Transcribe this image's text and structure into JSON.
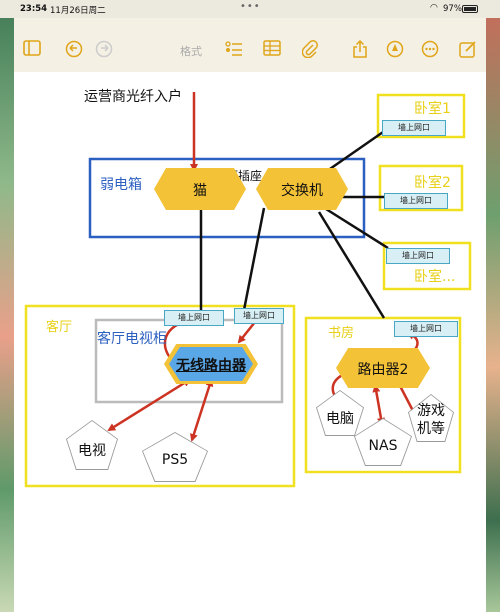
{
  "status_bar": {
    "time": "23:54",
    "date": "11月26日周二",
    "battery": "97%"
  },
  "toolbar": {
    "format_label": "格式"
  },
  "diagram": {
    "isp_label": "运营商光纤入户",
    "weak_box_label": "弱电箱",
    "power_socket_label": "电源插座",
    "modem_label": "猫",
    "switch_label": "交换机",
    "bedroom1_label": "卧室1",
    "bedroom2_label": "卧室2",
    "bedroom3_label": "卧室...",
    "living_room_label": "客厅",
    "tv_cabinet_label": "客厅电视柜",
    "study_label": "书房",
    "wireless_router_label": "无线路由器",
    "router2_label": "路由器2",
    "tv_label": "电视",
    "ps5_label": "PS5",
    "pc_label": "电脑",
    "nas_label": "NAS",
    "console_label": "游戏机等",
    "wall_port_label": "墙上网口"
  }
}
